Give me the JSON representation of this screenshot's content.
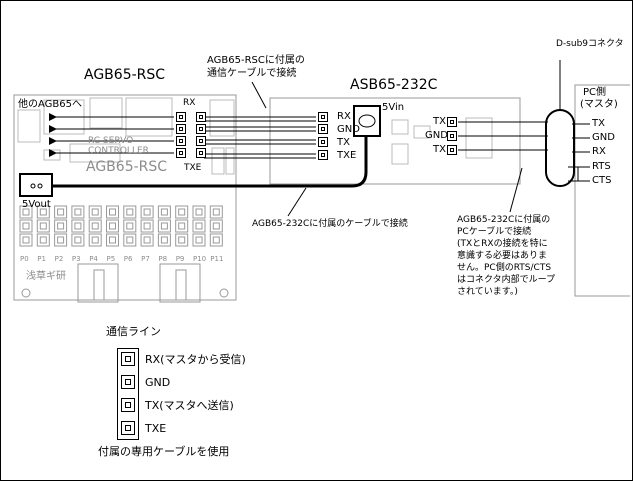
{
  "texts": {
    "agb_title": "AGB65-RSC",
    "asb_title": "ASB65-232C",
    "dsub_label": "D-sub9コネクタ",
    "pc_side_line1": "PC側",
    "pc_side_line2": "(マスタ)",
    "note_rsc_cable_line1": "AGB65-RSCに付属の",
    "note_rsc_cable_line2": "通信ケーブルで接続",
    "other_agb": "他のAGB65へ",
    "five_vin": "5Vin",
    "five_vout": "5Vout",
    "board_rx": "RX",
    "board_txe": "TXE",
    "board_servo_line1": "RC SERVO",
    "board_servo_line2": "CONTROLLER",
    "board_silk_title": "AGB65-RSC",
    "board_brand": "浅草ギ研",
    "board_port_labels": [
      "P0",
      "P1",
      "P2",
      "P3",
      "P4",
      "P5",
      "P6",
      "P7",
      "P8",
      "P9",
      "P10",
      "P11"
    ],
    "asb_pins": [
      "RX",
      "GND",
      "TX",
      "TXE"
    ],
    "asb_pc_pins": [
      "TX",
      "GND",
      "TX"
    ],
    "pc_pins": [
      "TX",
      "GND",
      "RX",
      "RTS",
      "CTS"
    ],
    "note_asb_cable": "AGB65-232Cに付属のケーブルで接続",
    "note_pc_cable": [
      "AGB65-232Cに付属の",
      "PCケーブルで接続",
      "(TXとRXの接続を特に",
      "意識する必要はありま",
      "せん。PC側のRTS/CTS",
      "はコネクタ内部でループ",
      "されています。)"
    ],
    "legend_title": "通信ライン",
    "legend_items": [
      "RX(マスタから受信)",
      "GND",
      "TX(マスタへ送信)",
      "TXE"
    ],
    "legend_footer": "付属の専用ケーブルを使用"
  }
}
